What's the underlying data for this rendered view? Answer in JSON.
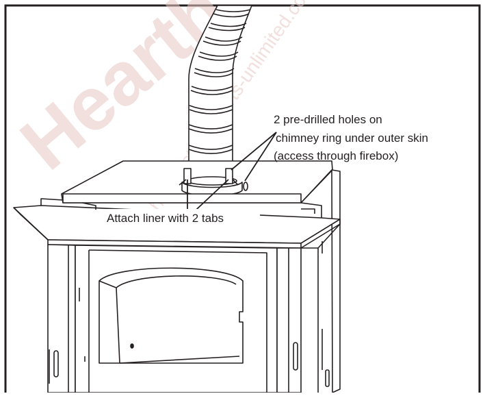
{
  "callouts": {
    "holes_line1": "2 pre-drilled holes on",
    "holes_line2": "chimney ring under outer skin",
    "holes_line3": "(access through firebox)",
    "tabs": "Attach liner with 2 tabs"
  },
  "watermark": {
    "large": "Hearth",
    "small": "www.hearthstone-parts-unlimited.com"
  },
  "colors": {
    "frame": "#231f20",
    "line": "#231f20",
    "pipe_fill": "#ffffff",
    "watermark": "#e6c7c3"
  }
}
